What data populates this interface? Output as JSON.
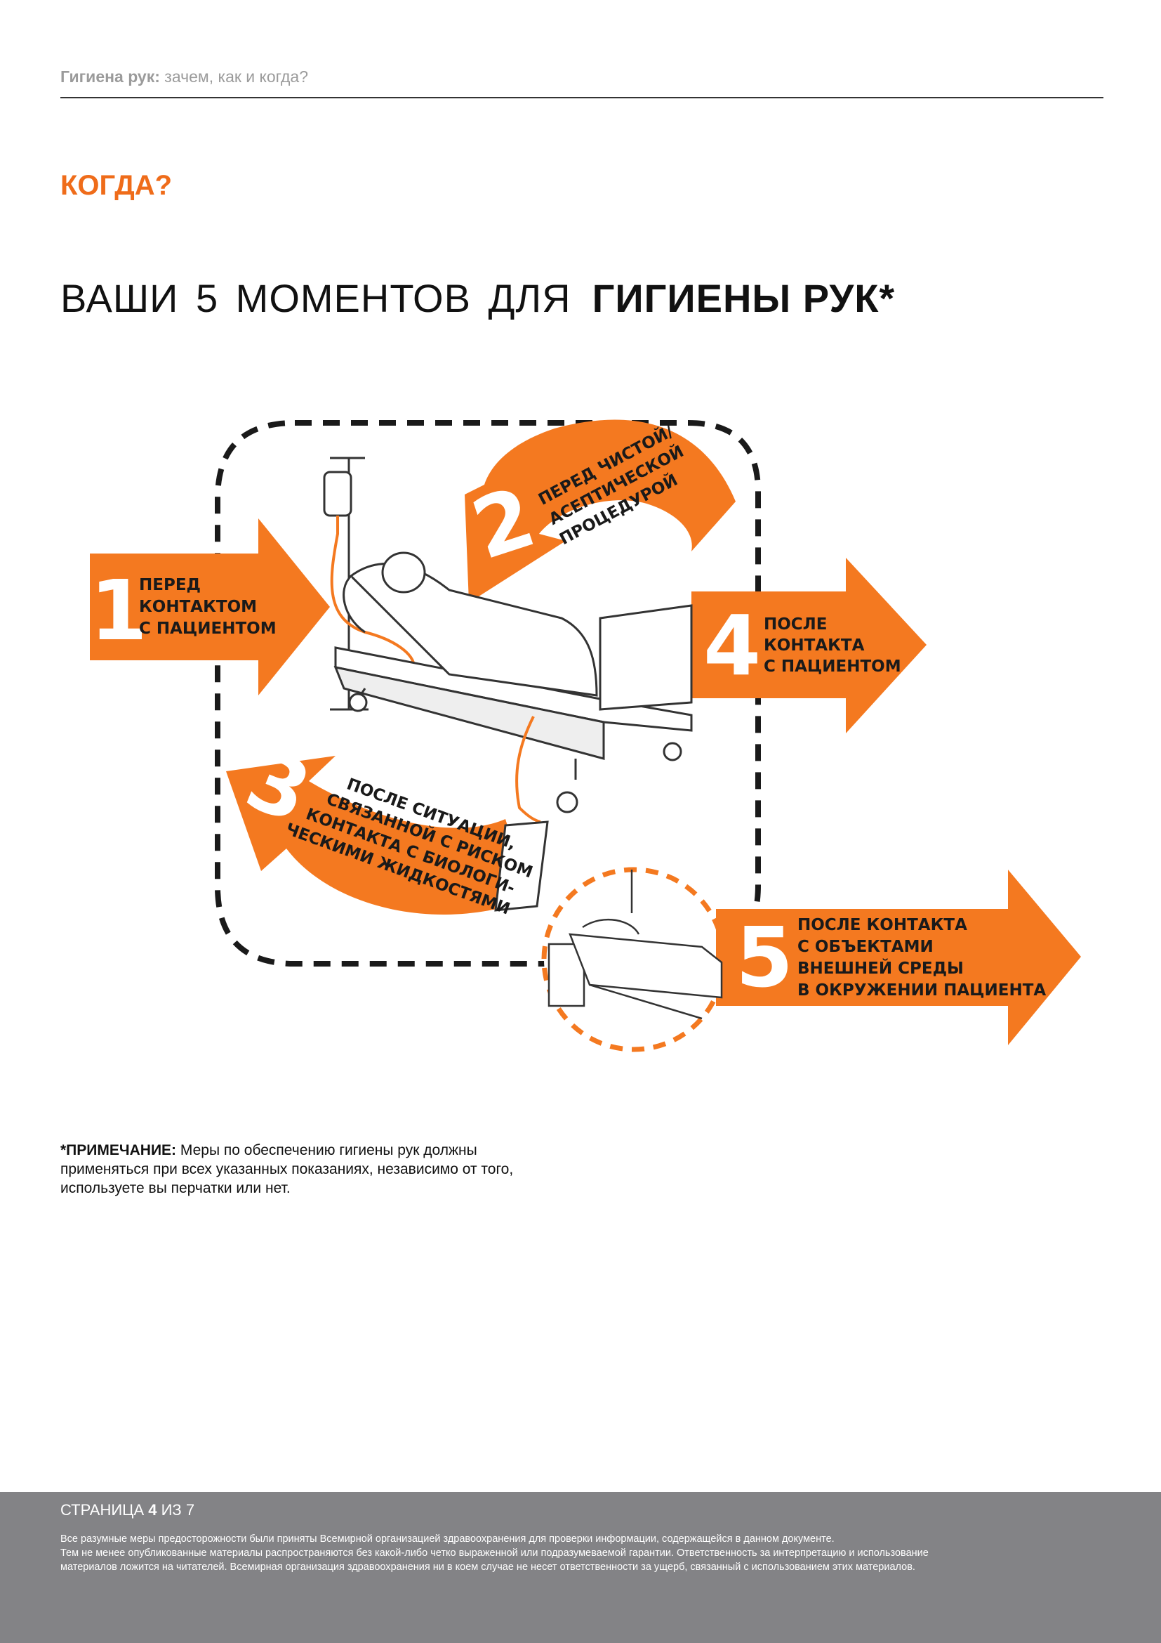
{
  "header": {
    "title_bold": "Гигиена рук:",
    "title_rest": "зачем, как и когда?"
  },
  "section_heading": "КОГДА?",
  "title": {
    "normal": "ВАШИ  5  МОМЕНТОВ  ДЛЯ",
    "bold": "ГИГИЕНЫ РУК*"
  },
  "moments": [
    {
      "number": "1",
      "lines": [
        "ПЕРЕД",
        "КОНТАКТОМ",
        "С ПАЦИЕНТОМ"
      ]
    },
    {
      "number": "2",
      "lines": [
        "ПЕРЕД ЧИСТОЙ/",
        "АСЕПТИЧЕСКОЙ",
        "ПРОЦЕДУРОЙ"
      ]
    },
    {
      "number": "3",
      "lines": [
        "ПОСЛЕ СИТУАЦИИ,",
        "СВЯЗАННОЙ С РИСКОМ",
        "КОНТАКТА С БИОЛОГИ-",
        "ЧЕСКИМИ ЖИДКОСТЯМИ"
      ]
    },
    {
      "number": "4",
      "lines": [
        "ПОСЛЕ",
        "КОНТАКТА",
        "С ПАЦИЕНТОМ"
      ]
    },
    {
      "number": "5",
      "lines": [
        "ПОСЛЕ КОНТАКТА",
        "С ОБЪЕКТАМИ",
        "ВНЕШНЕЙ СРЕДЫ",
        "В ОКРУЖЕНИИ ПАЦИЕНТА"
      ]
    }
  ],
  "note": {
    "label": "*ПРИМЕЧАНИЕ:",
    "line1": " Меры по обеспечению гигиены рук должны",
    "line2": "применяться при всех указанных показаниях, независимо от того,",
    "line3": "используете вы перчатки или нет."
  },
  "footer": {
    "page_prefix": "СТРАНИЦА ",
    "page_current": "4",
    "page_middle": " ИЗ ",
    "page_total": "7",
    "disclaimer": [
      "Все разумные меры предосторожности были приняты Всемирной организацией здравоохранения для проверки информации, содержащейся в данном документе.",
      "Тем не менее опубликованные материалы распространяются без какой-либо четко выраженной или подразумеваемой гарантии. Ответственность за интерпретацию и использование",
      "материалов ложится на читателей. Всемирная организация здравоохранения ни в коем случае не несет ответственности за ущерб, связанный с использованием этих материалов."
    ]
  },
  "colors": {
    "accent": "#ef6c1a",
    "arrow": "#f47920",
    "footer_bg": "#838386",
    "dash": "#1a1a1a"
  }
}
